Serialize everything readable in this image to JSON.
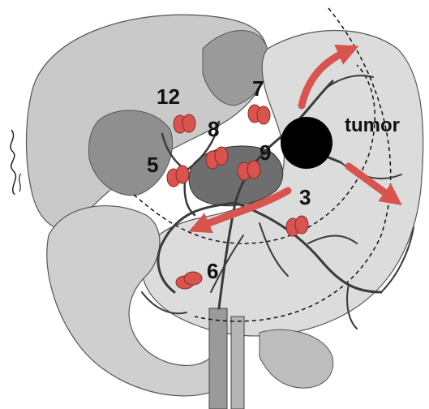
{
  "diagram": {
    "tumor_label": "tumor",
    "station_labels": [
      "12",
      "7",
      "8",
      "9",
      "5",
      "3",
      "6"
    ],
    "colors": {
      "organ_light": "#d9d9d9",
      "organ_mid": "#a8a8a8",
      "organ_dark": "#7a7a7a",
      "vessel": "#3a3a3a",
      "lymph_node": "#d9534f",
      "arrow": "#d9534f",
      "tumor": "#000000"
    },
    "signature": "signature"
  }
}
